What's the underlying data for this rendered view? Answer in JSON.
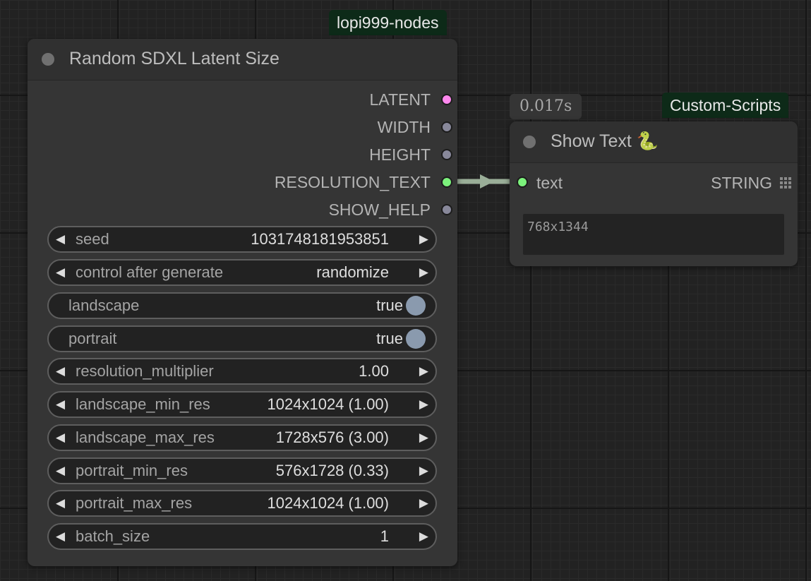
{
  "colors": {
    "canvas_bg": "#222222",
    "node_bg": "#353535",
    "badge_bg": "#0d2a18",
    "latent_slot": "#ff88ee",
    "int_slot": "#88889a",
    "string_slot": "#7cf27c",
    "link": "#9aae98",
    "toggle_on": "#8a9aae"
  },
  "node_random_sdxl": {
    "badge": "lopi999-nodes",
    "title": "Random SDXL Latent Size",
    "outputs": [
      {
        "label": "LATENT"
      },
      {
        "label": "WIDTH"
      },
      {
        "label": "HEIGHT"
      },
      {
        "label": "RESOLUTION_TEXT"
      },
      {
        "label": "SHOW_HELP"
      }
    ],
    "widgets": [
      {
        "label": "seed",
        "value": "1031748181953851"
      },
      {
        "label": "control after generate",
        "value": "randomize"
      },
      {
        "label": "landscape",
        "value": "true"
      },
      {
        "label": "portrait",
        "value": "true"
      },
      {
        "label": "resolution_multiplier",
        "value": "1.00"
      },
      {
        "label": "landscape_min_res",
        "value": "1024x1024 (1.00)"
      },
      {
        "label": "landscape_max_res",
        "value": "1728x576 (3.00)"
      },
      {
        "label": "portrait_min_res",
        "value": "576x1728 (0.33)"
      },
      {
        "label": "portrait_max_res",
        "value": "1024x1024 (1.00)"
      },
      {
        "label": "batch_size",
        "value": "1"
      }
    ]
  },
  "node_show_text": {
    "badge": "Custom-Scripts",
    "timer": "0.017s",
    "title": "Show Text 🐍",
    "input_label": "text",
    "output_label": "STRING",
    "text_value": "768x1344"
  },
  "icons": {
    "arrow_left": "◀",
    "arrow_right": "▶",
    "grid_handle": "grid-icon"
  }
}
